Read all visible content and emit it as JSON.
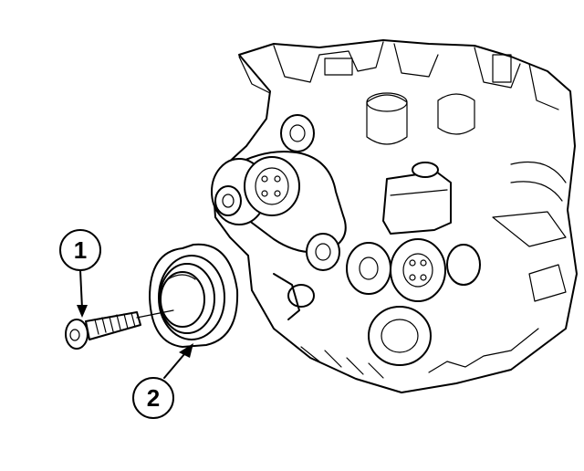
{
  "callouts": [
    {
      "label": "1",
      "part": "bolt"
    },
    {
      "label": "2",
      "part": "pulley"
    }
  ],
  "colors": {
    "ink": "#000000",
    "background": "#ffffff"
  }
}
